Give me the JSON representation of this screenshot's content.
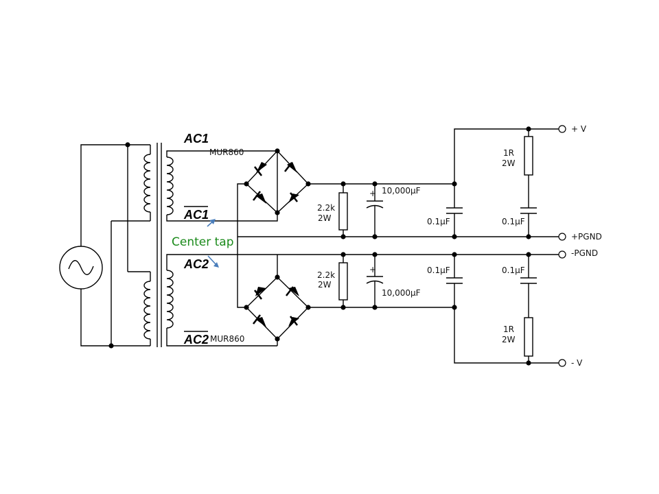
{
  "labels": {
    "ac1": "AC1",
    "ac1_bar": "AC1",
    "ac2": "AC2",
    "ac2_bar": "AC2",
    "center_tap": "Center tap",
    "bridge_top": "MUR860",
    "bridge_bottom": "MUR860",
    "res_bleed_top_value": "2.2k",
    "res_bleed_top_power": "2W",
    "res_bleed_bot_value": "2.2k",
    "res_bleed_bot_power": "2W",
    "cap_bulk_top": "10,000µF",
    "cap_bulk_bot": "10,000µF",
    "cap_plus_top": "+",
    "cap_plus_bot": "+",
    "cap_small_top_1": "0.1µF",
    "cap_small_top_2": "0.1µF",
    "cap_small_bot_1": "0.1µF",
    "cap_small_bot_2": "0.1µF",
    "res_out_top_value": "1R",
    "res_out_top_power": "2W",
    "res_out_bot_value": "1R",
    "res_out_bot_power": "2W",
    "term_vplus": "+ V",
    "term_pgnd_plus": "+PGND",
    "term_pgnd_minus": "-PGND",
    "term_vminus": "- V"
  },
  "colors": {
    "wire": "#000000",
    "center_tap_text": "#1a8a1a",
    "arrow": "#4a7ebb"
  }
}
